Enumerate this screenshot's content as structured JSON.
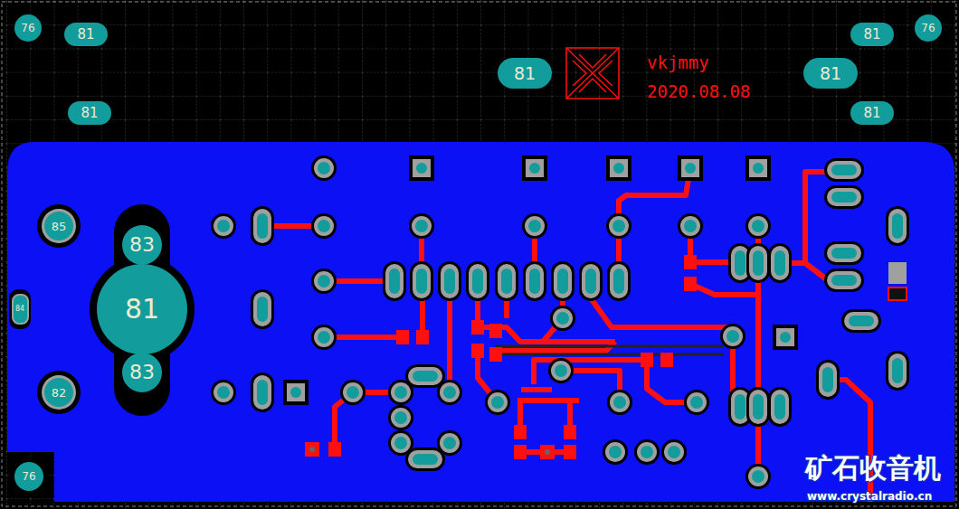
{
  "diagram": {
    "nodes": [
      {
        "text": [
          "76"
        ]
      },
      {
        "text": [
          "81"
        ]
      },
      {
        "text": [
          "81"
        ]
      },
      {
        "text": [
          "81"
        ]
      },
      {
        "text": [
          "81"
        ]
      },
      {
        "text": [
          "76"
        ]
      },
      {
        "text": [
          "81"
        ]
      },
      {
        "text": [
          "81"
        ]
      },
      {
        "text": [
          "85"
        ]
      },
      {
        "text": [
          "83"
        ]
      },
      {
        "text": [
          "81"
        ]
      },
      {
        "text": [
          "83"
        ]
      },
      {
        "text": [
          "82"
        ]
      },
      {
        "text": [
          "76"
        ]
      },
      {
        "text": [
          "84"
        ]
      }
    ],
    "labels": [
      "vkjmmy",
      "2020.08.08",
      "矿石收音机",
      "www.crystalradio.cn"
    ]
  }
}
